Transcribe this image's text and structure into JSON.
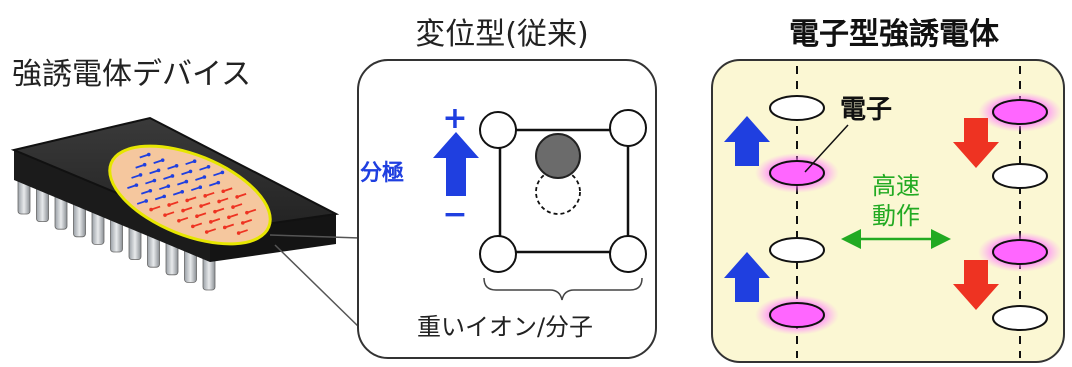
{
  "device_label": "強誘電体デバイス",
  "displacive": {
    "title": "変位型(従来)",
    "polarization_label": "分極",
    "plus": "+",
    "minus": "−",
    "ion_label": "重いイオン/分子"
  },
  "electronic": {
    "title": "電子型強誘電体",
    "electron_label": "電子",
    "fast_label_line1": "高速",
    "fast_label_line2": "動作"
  },
  "colors": {
    "up_arrow": "#1f3fe0",
    "down_arrow": "#ee3322",
    "green": "#22aa22",
    "panel_fill": "#fbf7d3",
    "chip_body": "#2b2b2b",
    "magenta": "#ee00ee"
  }
}
